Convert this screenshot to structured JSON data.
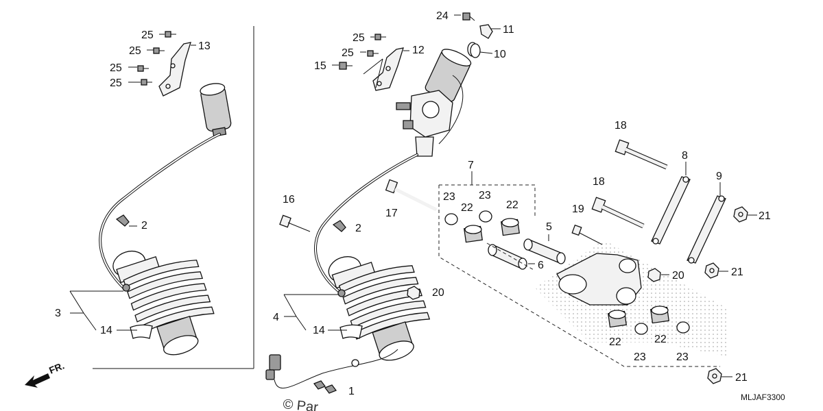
{
  "labels": {
    "p1": "1",
    "p2a": "2",
    "p2b": "2",
    "p3": "3",
    "p4": "4",
    "p5": "5",
    "p6": "6",
    "p7": "7",
    "p8": "8",
    "p9": "9",
    "p10": "10",
    "p11": "11",
    "p12": "12",
    "p13": "13",
    "p14a": "14",
    "p14b": "14",
    "p15": "15",
    "p16": "16",
    "p17": "17",
    "p18a": "18",
    "p18b": "18",
    "p19": "19",
    "p20a": "20",
    "p20b": "20",
    "p21a": "21",
    "p21b": "21",
    "p21c": "21",
    "p22a": "22",
    "p22b": "22",
    "p22c": "22",
    "p22d": "22",
    "p23a": "23",
    "p23b": "23",
    "p23c": "23",
    "p23d": "23",
    "p24": "24",
    "p25a": "25",
    "p25b": "25",
    "p25c": "25",
    "p25d": "25",
    "p25e": "25",
    "p25f": "25"
  },
  "front_indicator": "FR.",
  "diagram_code": "MLJAF3300",
  "watermark": "© Par"
}
